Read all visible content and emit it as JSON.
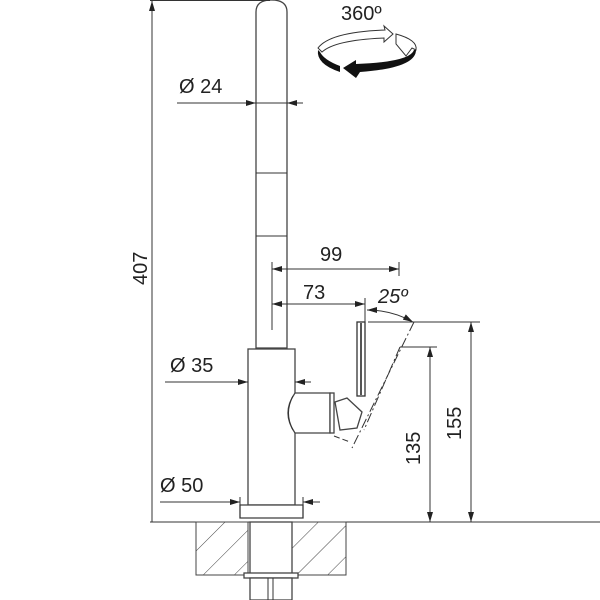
{
  "drawing": {
    "title": "Faucet dimension drawing",
    "dimensions": {
      "height_total": "407",
      "spout_diameter": "Ø 24",
      "reach_spout": "99",
      "reach_lever": "73",
      "lever_angle": "25º",
      "body_diameter": "Ø 35",
      "base_diameter": "Ø 50",
      "lever_height": "135",
      "lever_top_height": "155"
    },
    "rotation_label": "360º",
    "icons": [
      "rotation-arrow-icon"
    ]
  }
}
